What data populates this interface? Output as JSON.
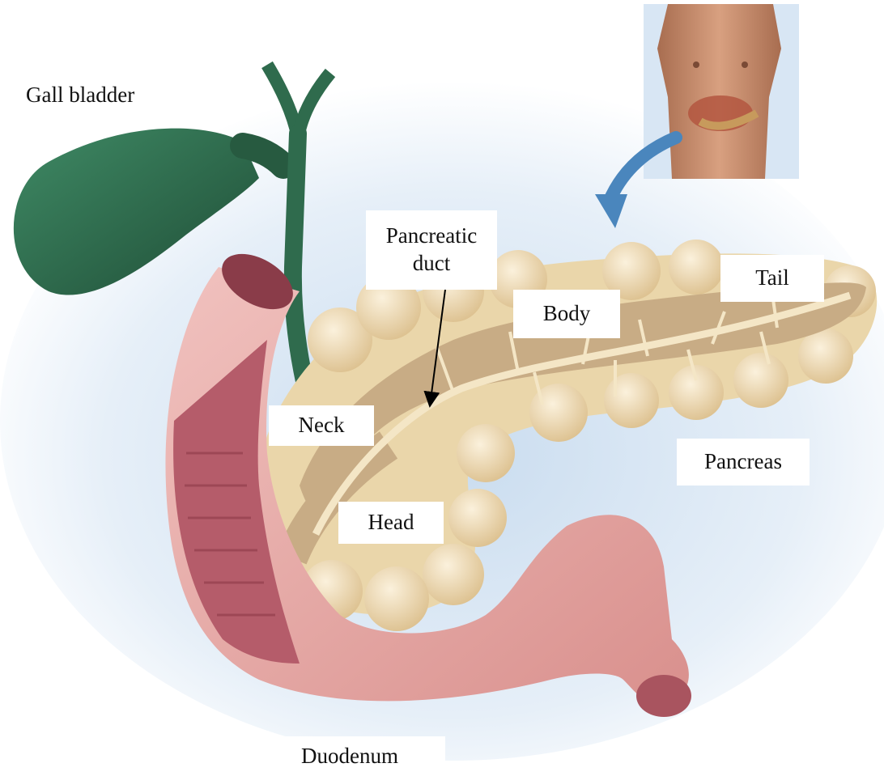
{
  "labels": {
    "gall_bladder": "Gall bladder",
    "pancreatic_duct_line1": "Pancreatic",
    "pancreatic_duct_line2": "duct",
    "body": "Body",
    "tail": "Tail",
    "neck": "Neck",
    "pancreas": "Pancreas",
    "head": "Head",
    "duodenum": "Duodenum"
  },
  "colors": {
    "gall_bladder": "#2f6b4d",
    "duodenum": "#e3a3a0",
    "duodenum_mucosa": "#b55c6a",
    "pancreas": "#ecd9b0",
    "pancreas_cut": "#b59a7a",
    "background_glow": "#d7e6f5",
    "arrow_blue": "#4a86bd",
    "skin": "#c98f6e"
  }
}
